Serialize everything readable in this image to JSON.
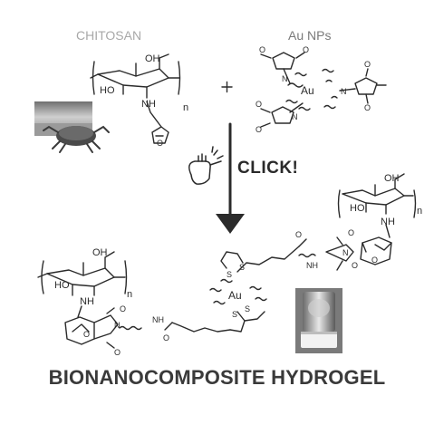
{
  "reactants": {
    "chitosan_label": "CHITOSAN",
    "au_label": "Au NPs",
    "plus": "+"
  },
  "reaction": {
    "label": "CLICK!"
  },
  "product": {
    "label": "BIONANOCOMPOSITE HYDROGEL"
  },
  "chem": {
    "oh": "OH",
    "ho": "HO",
    "nh": "NH",
    "n": "N",
    "o": "O",
    "s": "S",
    "au": "Au",
    "sub_n": "n"
  },
  "colors": {
    "line": "#2b2b2b",
    "chitosan_title": "#a8a8a8",
    "au_title": "#7a7a7a"
  }
}
